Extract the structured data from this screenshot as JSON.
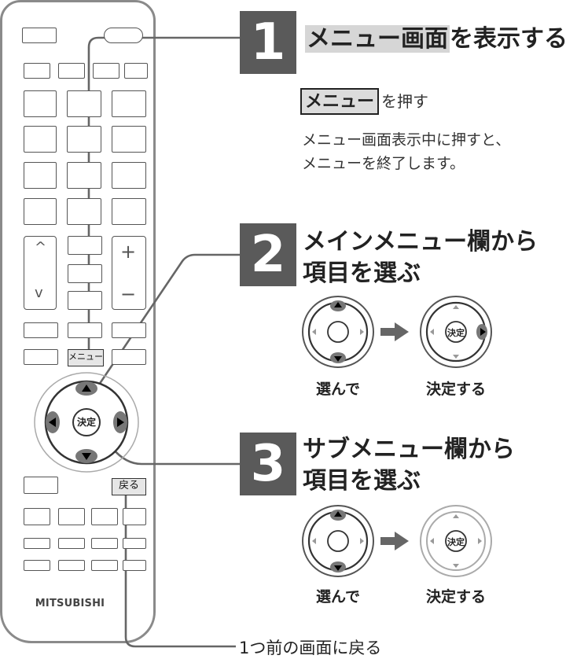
{
  "remote": {
    "menu_key": "メニュー",
    "enter_key": "決定",
    "back_key": "戻る",
    "plus": "+",
    "minus": "−",
    "up_chevron": "^",
    "down_chevron": "v",
    "brand": "MITSUBISHI"
  },
  "step1": {
    "number": "1",
    "title_highlight": "メニュー画面",
    "title_rest": "を表示する",
    "key_label": "メニュー",
    "press_text": "を押す",
    "note_line1": "メニュー画面表示中に押すと、",
    "note_line2": "メニューを終了します。"
  },
  "step2": {
    "number": "2",
    "title_line1": "メインメニュー欄から",
    "title_line2": "項目を選ぶ",
    "caption_left": "選んで",
    "caption_right": "決定する",
    "enter_label": "決定"
  },
  "step3": {
    "number": "3",
    "title_line1": "サブメニュー欄から",
    "title_line2": "項目を選ぶ",
    "caption_left": "選んで",
    "caption_right": "決定する",
    "enter_label": "決定"
  },
  "back_description": "1つ前の画面に戻る"
}
